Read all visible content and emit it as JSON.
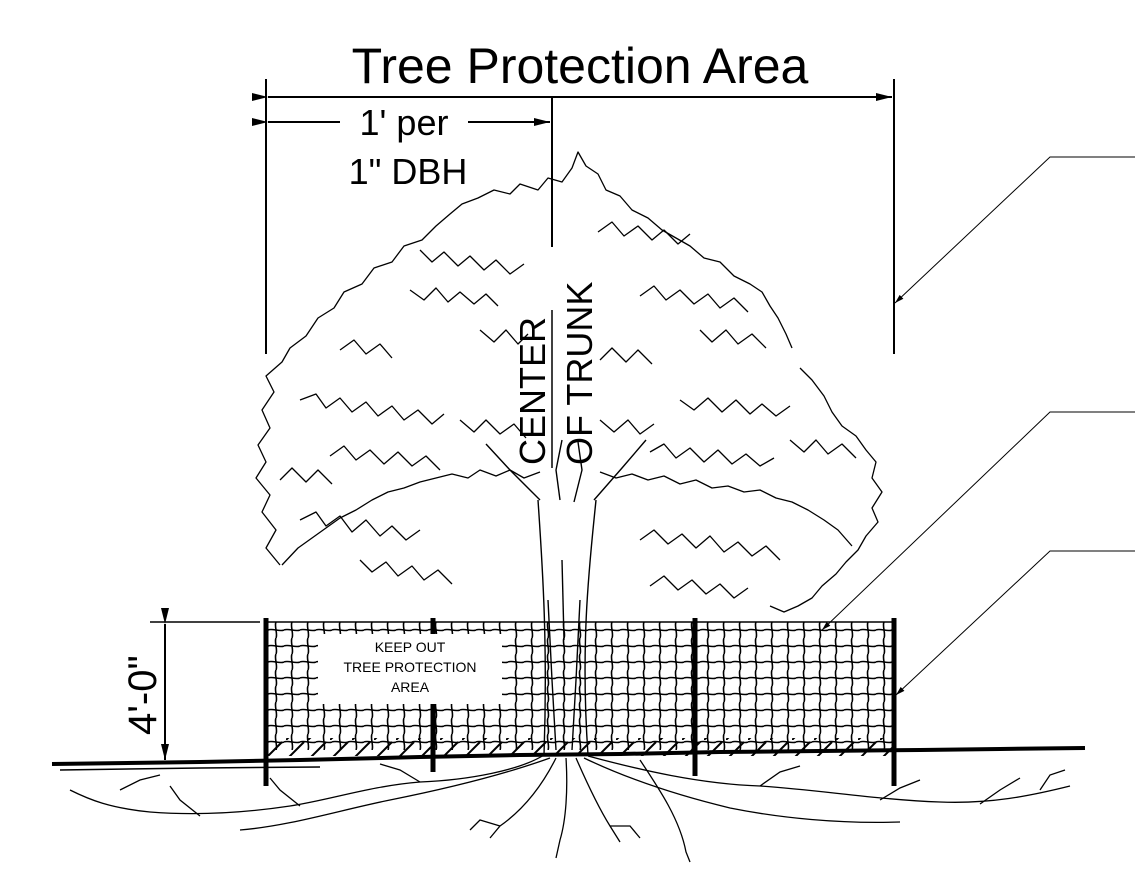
{
  "title": "Tree Protection Area",
  "spacing_label_line1": "1' per",
  "spacing_label_line2": "1\" DBH",
  "center_label_line1": "CENTER",
  "center_label_line2": "OF TRUNK",
  "fence_height": "4'-0\"",
  "sign_lines": [
    "KEEP OUT",
    "TREE PROTECTION",
    "AREA"
  ]
}
